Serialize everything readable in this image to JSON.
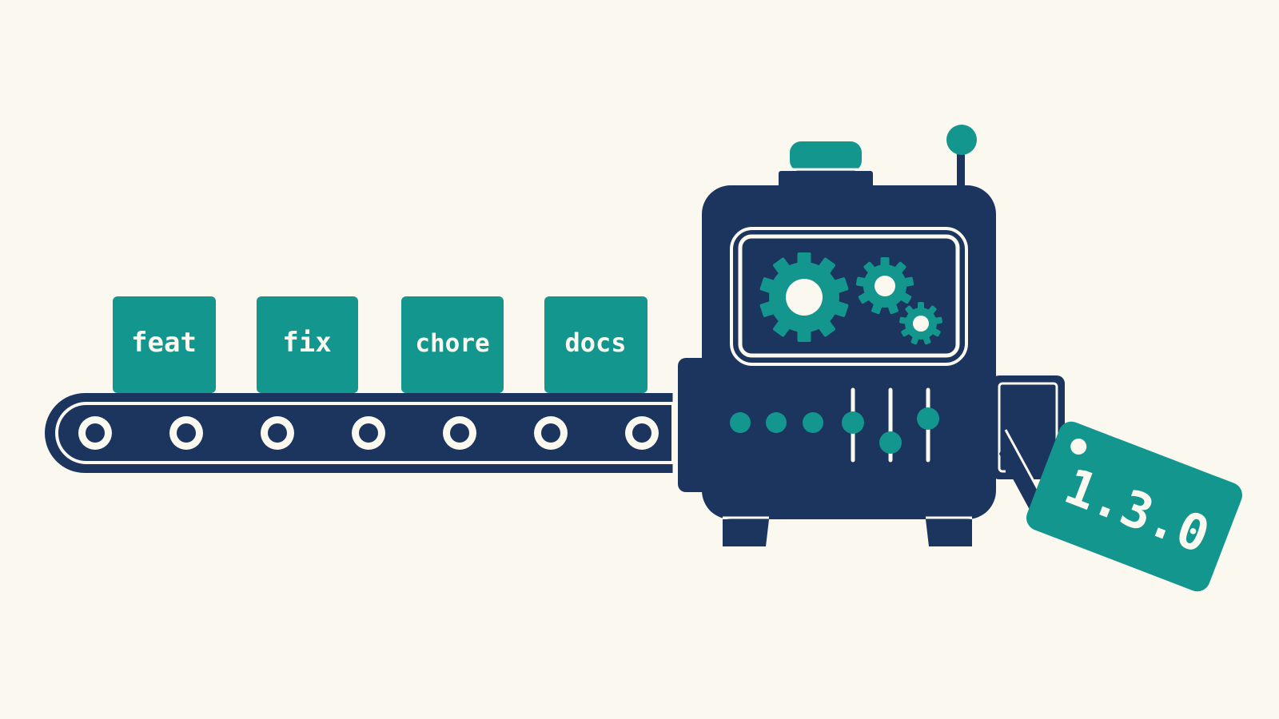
{
  "colors": {
    "background": "#fbf8ef",
    "navy": "#1b355e",
    "teal": "#13968e",
    "light": "#fbf8ef"
  },
  "boxes": [
    {
      "label": "feat"
    },
    {
      "label": "fix"
    },
    {
      "label": "chore"
    },
    {
      "label": "docs"
    }
  ],
  "tag": {
    "label": "1.3.0"
  },
  "icons": {
    "gears": "gear-icon",
    "rollers": "roller-icon",
    "tag": "version-tag-icon"
  }
}
